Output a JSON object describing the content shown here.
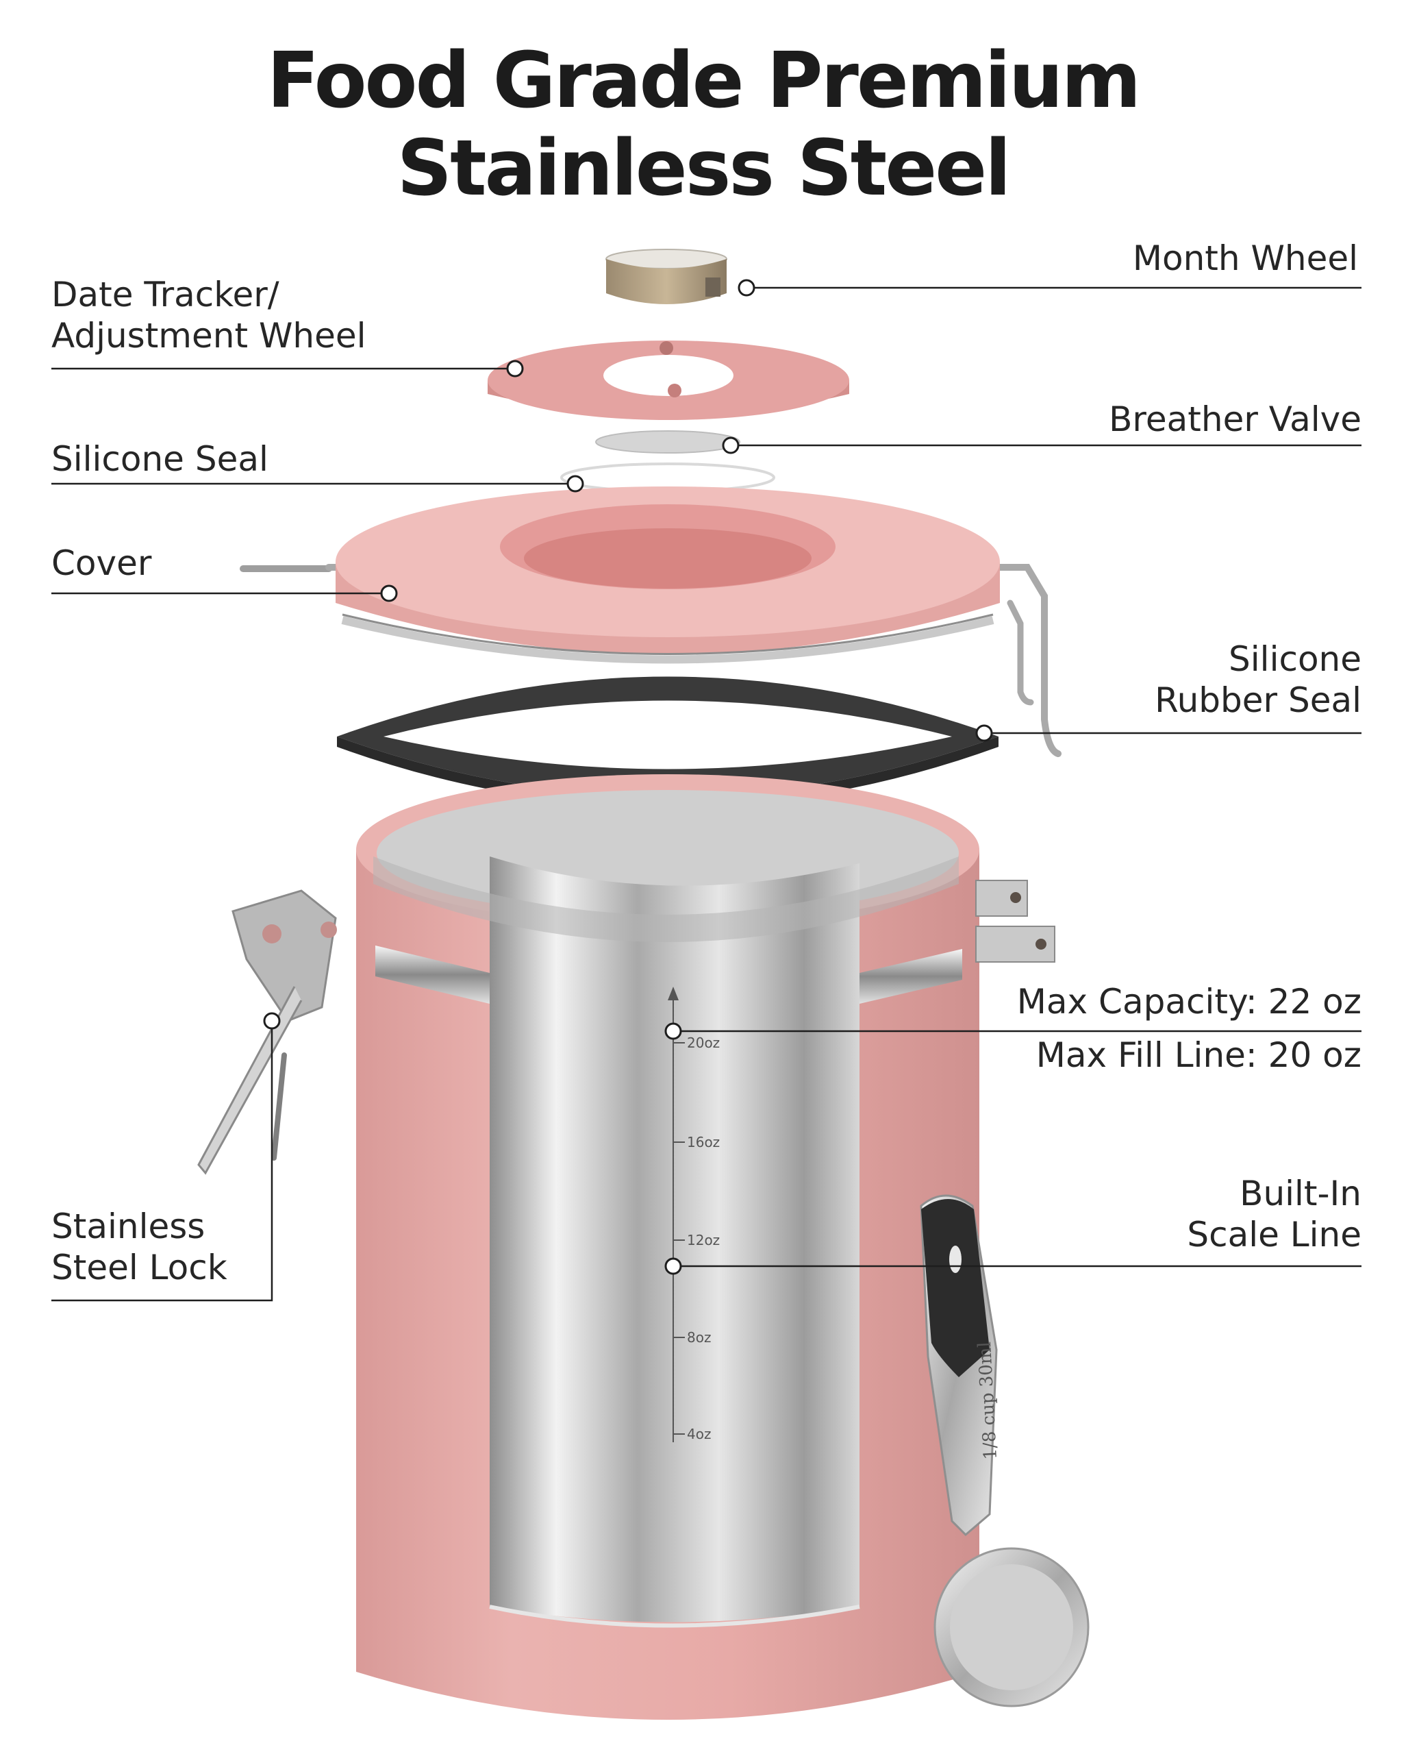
{
  "title": {
    "line1": "Food Grade Premium",
    "line2": "Stainless Steel"
  },
  "callouts": {
    "month_wheel": "Month Wheel",
    "date_tracker_1": "Date Tracker/",
    "date_tracker_2": "Adjustment Wheel",
    "breather_valve": "Breather Valve",
    "silicone_seal": "Silicone Seal",
    "cover": "Cover",
    "rubber_seal_1": "Silicone",
    "rubber_seal_2": "Rubber Seal",
    "max_capacity": "Max Capacity: 22 oz",
    "max_fill": "Max Fill Line: 20 oz",
    "scale_1": "Built-In",
    "scale_2": "Scale Line",
    "lock_1": "Stainless",
    "lock_2": "Steel Lock"
  },
  "scale_ticks": [
    "20oz",
    "16oz",
    "12oz",
    "8oz",
    "4oz"
  ],
  "spoon_marking": "1/8 cup 30ml",
  "colors": {
    "canister_pink": "#e7aaa7",
    "steel": "#c9c9c9",
    "rubber_seal": "#3a3a3a",
    "text": "#262626"
  }
}
